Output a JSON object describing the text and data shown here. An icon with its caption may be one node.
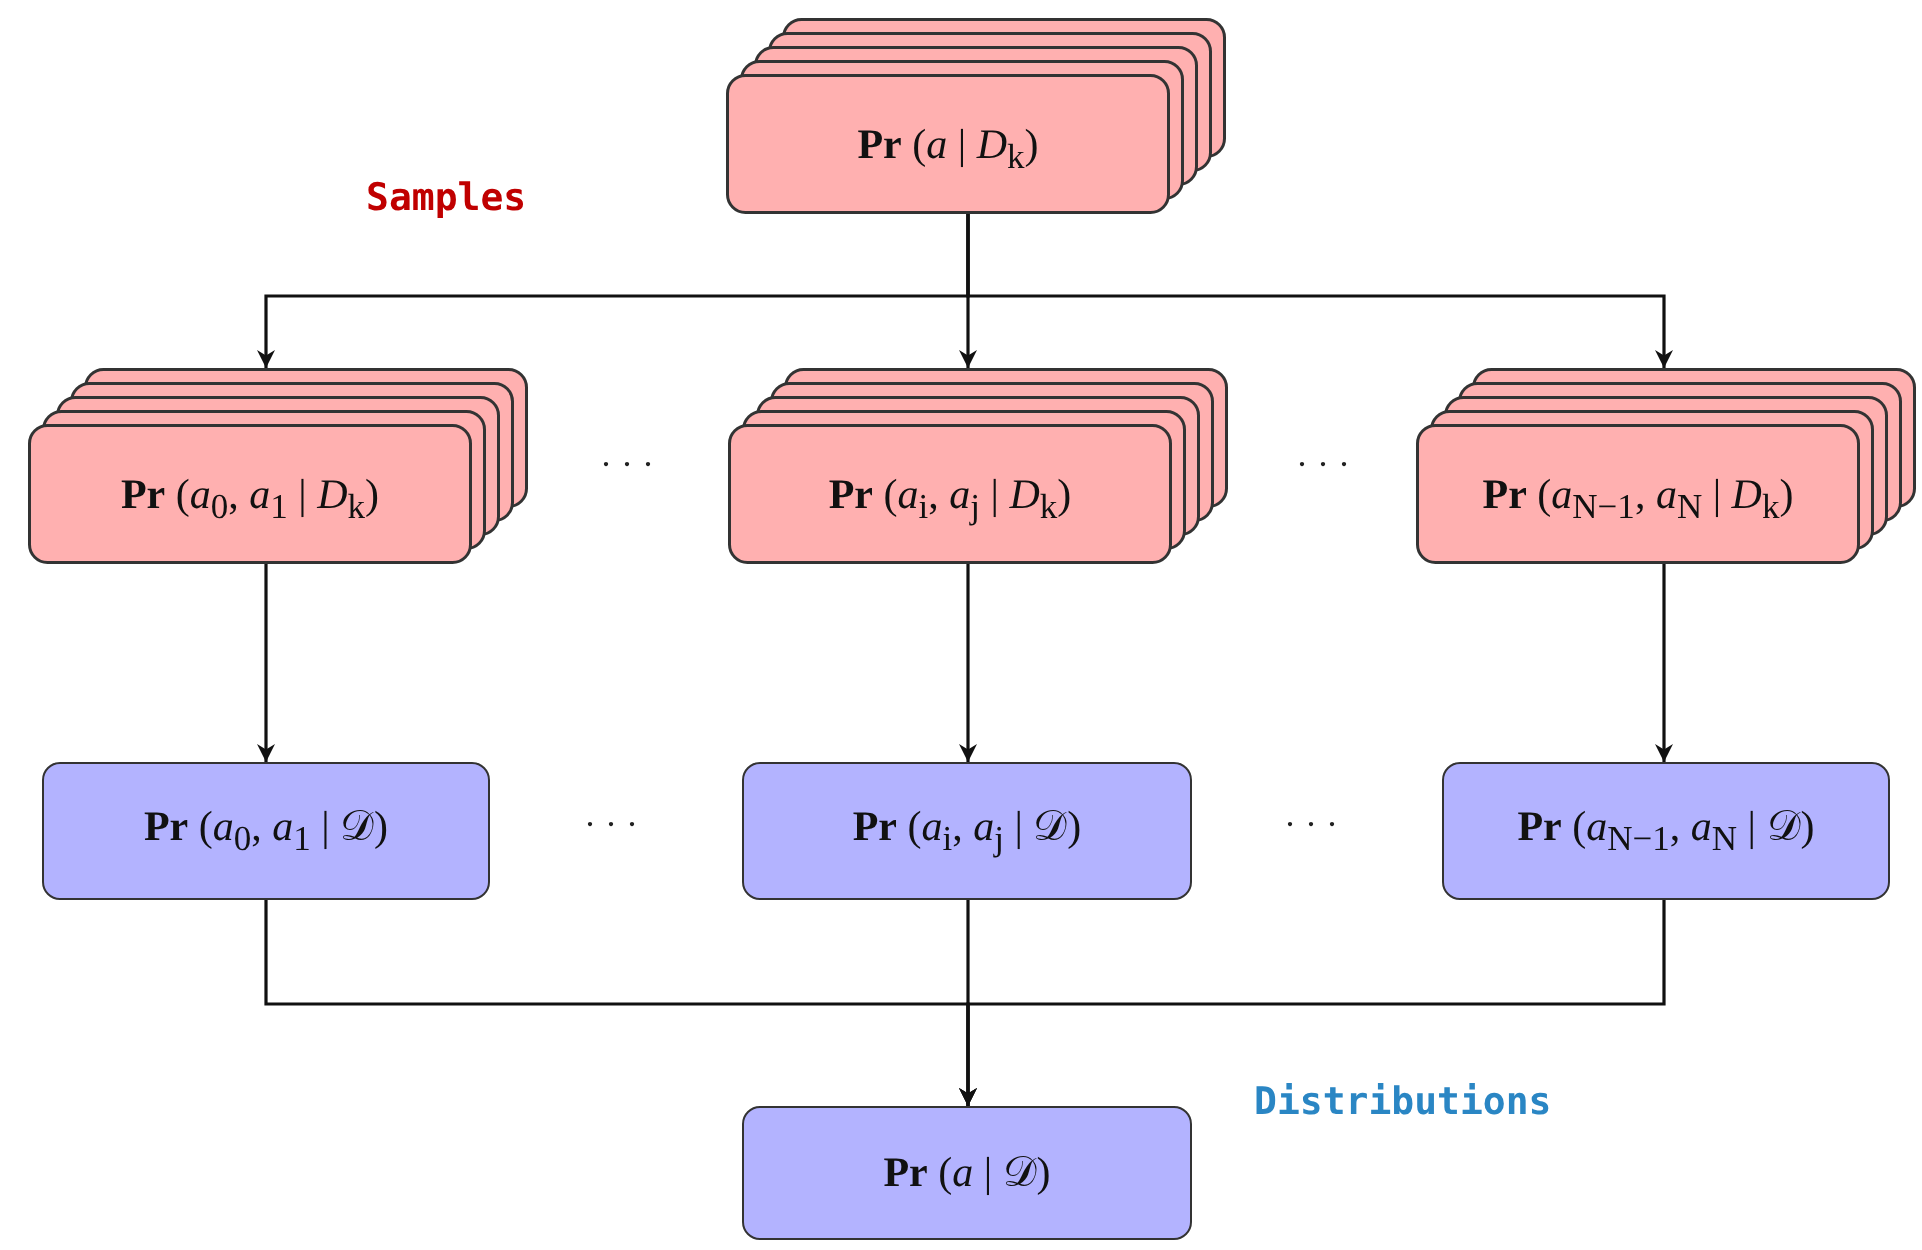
{
  "diagram": {
    "nodes": [
      {
        "text": [
          "**Pr** (*a* | *D*$_{k}$)"
        ]
      },
      {
        "text": [
          "**Pr** (*a*$_{0}$, *a*$_{1}$ | *D*$_{k}$)"
        ]
      },
      {
        "text": [
          "**Pr** (*a*$_{i}$, *a*$_{j}$ | *D*$_{k}$)"
        ]
      },
      {
        "text": [
          "**Pr** (*a*$_{N−1}$, *a*$_{N}$ | *D*$_{k}$)"
        ]
      },
      {
        "text": [
          "**Pr** (*a*$_{0}$, *a*$_{1}$ | 𝒟)"
        ]
      },
      {
        "text": [
          "**Pr** (*a*$_{i}$, *a*$_{j}$ | 𝒟)"
        ]
      },
      {
        "text": [
          "**Pr** (*a*$_{N−1}$, *a*$_{N}$ | 𝒟)"
        ]
      },
      {
        "text": [
          "**Pr** (*a* | 𝒟)"
        ]
      }
    ],
    "edges": [
      {
        "from": 0,
        "to": 1,
        "arrow": "to"
      },
      {
        "from": 0,
        "to": 2,
        "arrow": "to"
      },
      {
        "from": 0,
        "to": 3,
        "arrow": "to"
      },
      {
        "from": 1,
        "to": 4,
        "arrow": "to"
      },
      {
        "from": 2,
        "to": 5,
        "arrow": "to"
      },
      {
        "from": 3,
        "to": 6,
        "arrow": "to"
      },
      {
        "from": 4,
        "to": 7,
        "arrow": "to"
      },
      {
        "from": 5,
        "to": 7,
        "arrow": "to"
      },
      {
        "from": 6,
        "to": 7,
        "arrow": "to"
      }
    ],
    "labels": [
      "Samples",
      "· · ·",
      "· · ·",
      "· · ·",
      "· · ·",
      "Distributions"
    ]
  }
}
